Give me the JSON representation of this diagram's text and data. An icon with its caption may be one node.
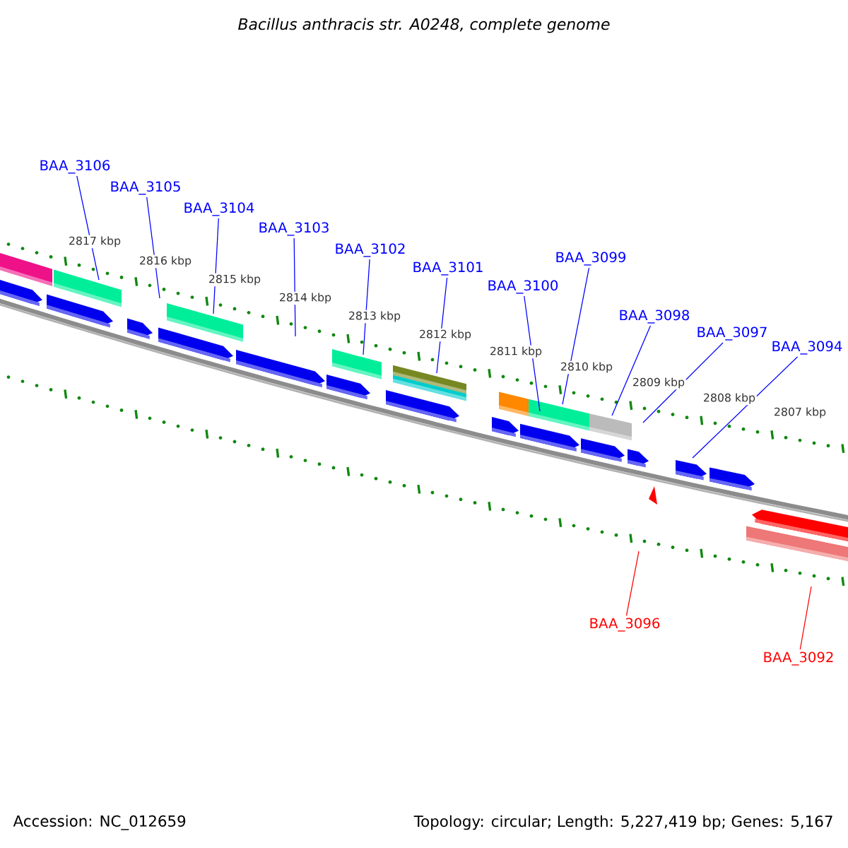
{
  "diagram": {
    "title": "Bacillus anthracis str. A0248, complete genome",
    "nodes": [
      {
        "text": [
          "BAA_3106"
        ]
      },
      {
        "text": [
          "BAA_3105"
        ]
      },
      {
        "text": [
          "BAA_3104"
        ]
      },
      {
        "text": [
          "BAA_3103"
        ]
      },
      {
        "text": [
          "BAA_3102"
        ]
      },
      {
        "text": [
          "BAA_3101"
        ]
      },
      {
        "text": [
          "BAA_3099"
        ]
      },
      {
        "text": [
          "BAA_3100"
        ]
      },
      {
        "text": [
          "BAA_3098"
        ]
      },
      {
        "text": [
          "BAA_3097"
        ]
      },
      {
        "text": [
          "BAA_3094"
        ]
      },
      {
        "text": [
          "BAA_3096"
        ]
      },
      {
        "text": [
          "BAA_3092"
        ]
      }
    ],
    "edges": [
      {
        "from": 0,
        "to": null,
        "arrow": "none"
      },
      {
        "from": 1,
        "to": null,
        "arrow": "none"
      },
      {
        "from": 2,
        "to": null,
        "arrow": "none"
      },
      {
        "from": 3,
        "to": null,
        "arrow": "none"
      },
      {
        "from": 4,
        "to": null,
        "arrow": "none"
      },
      {
        "from": 5,
        "to": null,
        "arrow": "none"
      },
      {
        "from": 6,
        "to": null,
        "arrow": "none"
      },
      {
        "from": 7,
        "to": null,
        "arrow": "none"
      },
      {
        "from": 8,
        "to": null,
        "arrow": "none"
      },
      {
        "from": 9,
        "to": null,
        "arrow": "none"
      },
      {
        "from": 10,
        "to": null,
        "arrow": "none"
      },
      {
        "from": 11,
        "to": null,
        "arrow": "none",
        "color": "#ff0000"
      },
      {
        "from": 12,
        "to": null,
        "arrow": "none",
        "color": "#ff0000"
      }
    ],
    "labels": [
      "2817 kbp",
      "2816 kbp",
      "2815 kbp",
      "2814 kbp",
      "2813 kbp",
      "2812 kbp",
      "2811 kbp",
      "2810 kbp",
      "2809 kbp",
      "2808 kbp",
      "2807 kbp",
      "Accession: NC_012659",
      "Topology: circular; Length: 5,227,419 bp; Genes: 5,167"
    ]
  }
}
